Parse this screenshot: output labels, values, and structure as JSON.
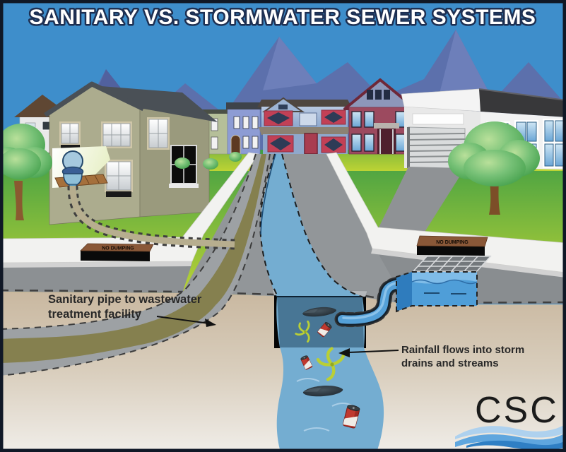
{
  "title": "SANITARY VS. STORMWATER SEWER SYSTEMS",
  "labels": {
    "sanitary": {
      "line1": "Sanitary pipe to wastewater",
      "line2": "treatment facility"
    },
    "rainfall": {
      "line1": "Rainfall flows into storm",
      "line2": "drains and streams"
    }
  },
  "signs": {
    "no_dumping_left": "NO DUMPING",
    "no_dumping_right": "NO DUMPING"
  },
  "logo": {
    "text": "CSC"
  },
  "colors": {
    "sky": "#3e8ecb",
    "mountain": "#5c70ac",
    "grass_top": "#3f9e44",
    "grass_bottom": "#bcd335",
    "road": "#8c9093",
    "sidewalk": "#f2f2f0",
    "soil_top": "#c9b8a0",
    "soil_bottom": "#f0ede8",
    "sanitary_pipe": "#85804f",
    "stream": "#74add1",
    "culvert": "#000000",
    "drain_brown": "#8a5838",
    "title_outline": "#1d2f52",
    "label_text": "#282828",
    "logo_wave_light": "#aed1ee",
    "logo_wave_mid": "#5fa6de",
    "logo_wave_dark": "#2f7fc4"
  }
}
